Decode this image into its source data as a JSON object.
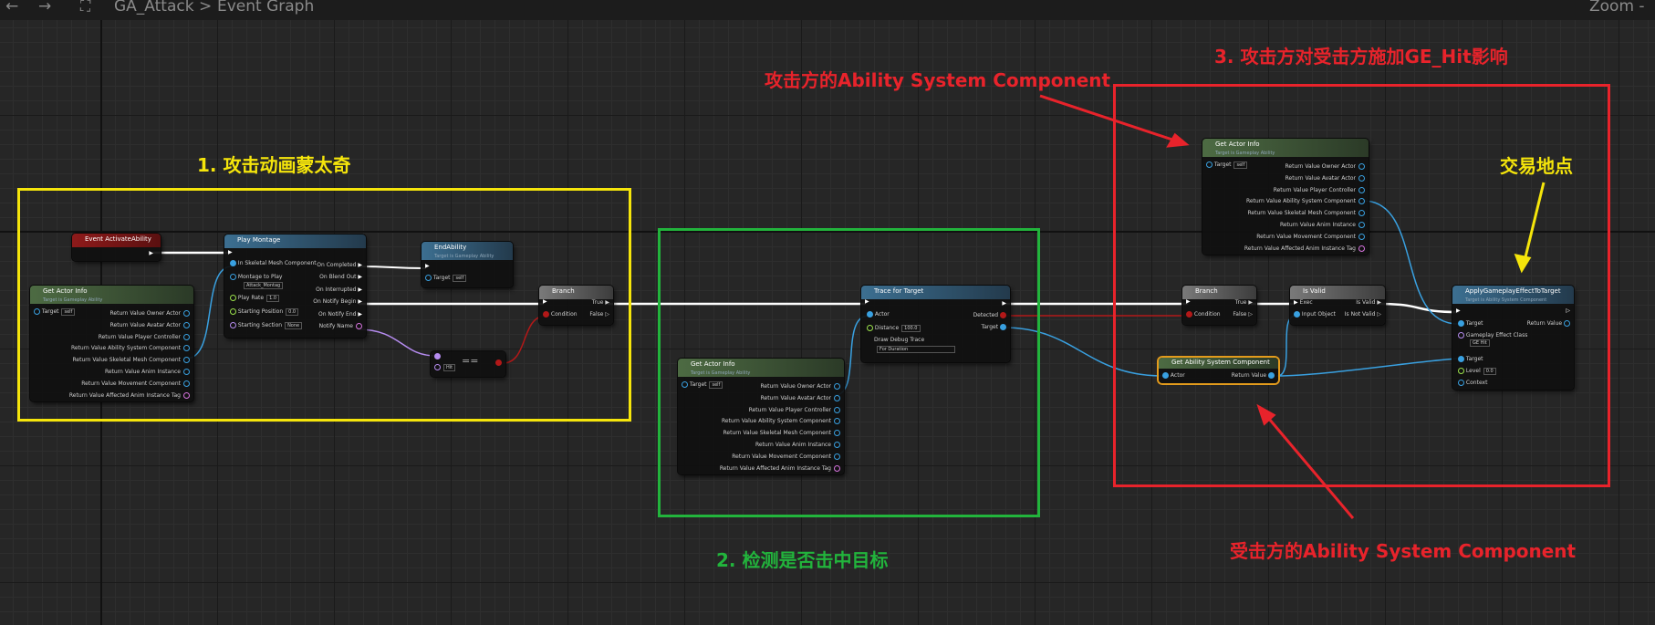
{
  "toolbar": {
    "breadcrumb_asset": "GA_Attack",
    "breadcrumb_sep": ">",
    "breadcrumb_graph": "Event Graph",
    "zoom": "Zoom -"
  },
  "colors": {
    "yellow": "#f5e50b",
    "green": "#22b43c",
    "red": "#e8232b",
    "exec": "#ffffff",
    "object_pin": "#39a0e0",
    "bool_pin": "#b21818"
  },
  "annotations": {
    "montage_label": "1. 攻击动画蒙太奇",
    "detect_label": "2. 检测是否击中目标",
    "apply_label": "3. 攻击方对受击方施加GE_Hit影响",
    "attacker_asc": "攻击方的Ability System Component",
    "victim_asc": "受击方的Ability System Component",
    "trade_point": "交易地点"
  },
  "nodes": {
    "event_activate": {
      "title": "Event ActivateAbility"
    },
    "get_actor_info_1": {
      "title": "Get Actor Info",
      "subtitle": "Target is Gameplay Ability",
      "target": "Target",
      "self": "self",
      "outputs": [
        "Return Value Owner Actor",
        "Return Value Avatar Actor",
        "Return Value Player Controller",
        "Return Value Ability System Component",
        "Return Value Skeletal Mesh Component",
        "Return Value Anim Instance",
        "Return Value Movement Component",
        "Return Value Affected Anim Instance Tag"
      ]
    },
    "play_montage": {
      "title": "Play Montage",
      "in_mesh": "In Skeletal Mesh Component",
      "montage": "Montage to Play",
      "montage_val": "Attack_Montag",
      "play_rate": "Play Rate",
      "play_rate_val": "1.0",
      "start_pos": "Starting Position",
      "start_pos_val": "0.0",
      "start_section": "Starting Section",
      "start_section_val": "None",
      "outputs": [
        "On Completed",
        "On Blend Out",
        "On Interrupted",
        "On Notify Begin",
        "On Notify End",
        "Notify Name"
      ]
    },
    "end_ability": {
      "title": "EndAbility",
      "subtitle": "Target is Gameplay Ability",
      "target": "Target",
      "self": "self"
    },
    "equal": {
      "op": "==",
      "val": "Hit"
    },
    "branch_1": {
      "title": "Branch",
      "condition": "Condition",
      "true": "True",
      "false": "False"
    },
    "get_actor_info_2": {
      "title": "Get Actor Info",
      "subtitle": "Target is Gameplay Ability",
      "target": "Target",
      "self": "self",
      "outputs": [
        "Return Value Owner Actor",
        "Return Value Avatar Actor",
        "Return Value Player Controller",
        "Return Value Ability System Component",
        "Return Value Skeletal Mesh Component",
        "Return Value Anim Instance",
        "Return Value Movement Component",
        "Return Value Affected Anim Instance Tag"
      ]
    },
    "trace": {
      "title": "Trace for Target",
      "actor": "Actor",
      "distance": "Distance",
      "distance_val": "100.0",
      "debug": "Draw Debug Trace",
      "debug_val": "For Duration",
      "detected": "Detected",
      "target": "Target"
    },
    "get_actor_info_3": {
      "title": "Get Actor Info",
      "subtitle": "Target is Gameplay Ability",
      "target": "Target",
      "self": "self",
      "outputs": [
        "Return Value Owner Actor",
        "Return Value Avatar Actor",
        "Return Value Player Controller",
        "Return Value Ability System Component",
        "Return Value Skeletal Mesh Component",
        "Return Value Anim Instance",
        "Return Value Movement Component",
        "Return Value Affected Anim Instance Tag"
      ]
    },
    "branch_2": {
      "title": "Branch",
      "condition": "Condition",
      "true": "True",
      "false": "False"
    },
    "is_valid": {
      "title": "Is Valid",
      "exec": "Exec",
      "input": "Input Object",
      "is_valid": "Is Valid",
      "is_not_valid": "Is Not Valid"
    },
    "get_asc": {
      "title": "Get Ability System Component",
      "actor": "Actor",
      "ret": "Return Value"
    },
    "apply_ge": {
      "title": "ApplyGameplayEffectToTarget",
      "subtitle": "Target is Ability System Component",
      "target": "Target",
      "ret": "Return Value",
      "ge_class": "Gameplay Effect Class",
      "ge_val": "GE Hit",
      "target2": "Target",
      "level": "Level",
      "level_val": "0.0",
      "context": "Context"
    }
  }
}
